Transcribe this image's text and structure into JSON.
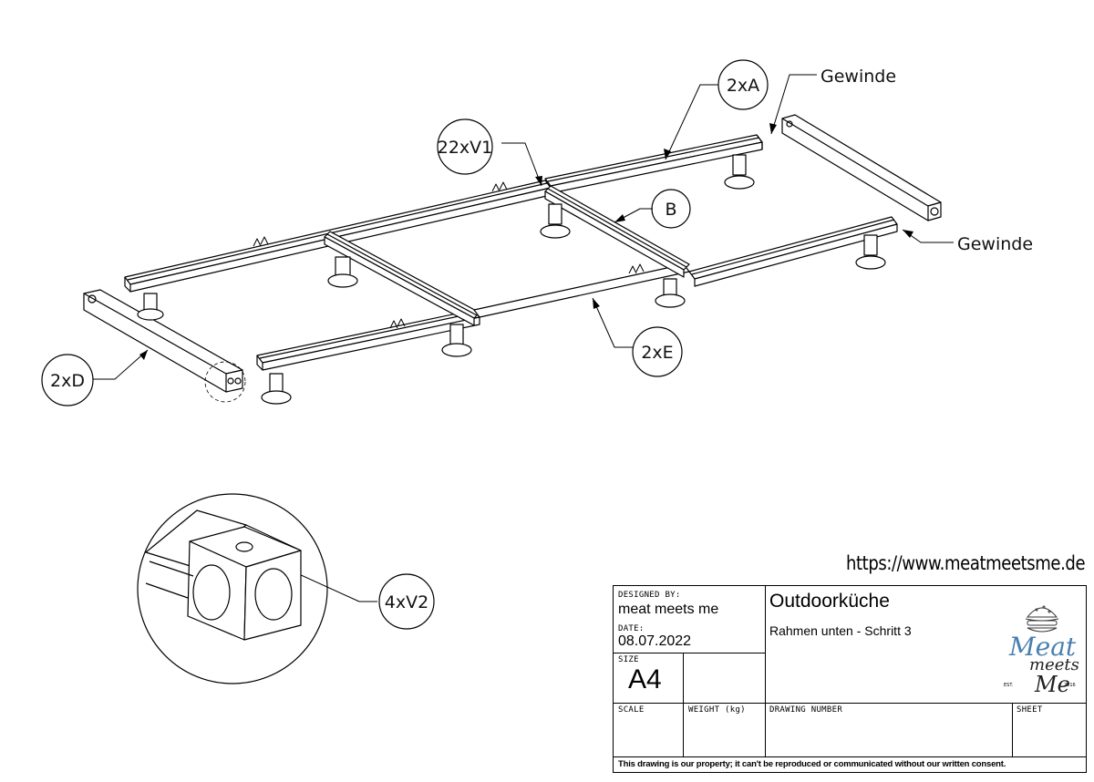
{
  "callouts": {
    "a": "2xA",
    "gewinde_top": "Gewinde",
    "v1": "22xV1",
    "b": "B",
    "gewinde_right": "Gewinde",
    "e": "2xE",
    "d": "2xD",
    "v2": "4xV2"
  },
  "url": "https://www.meatmeetsme.de",
  "title_block": {
    "designed_by_label": "DESIGNED BY:",
    "designed_by": "meat meets me",
    "date_label": "DATE:",
    "date": "08.07.2022",
    "size_label": "SIZE",
    "size": "A4",
    "title": "Outdoorküche",
    "subtitle": "Rahmen unten - Schritt 3",
    "scale_label": "SCALE",
    "weight_label": "WEIGHT (kg)",
    "drawing_number_label": "DRAWING NUMBER",
    "sheet_label": "SHEET",
    "disclaimer": "This drawing is our property; it can't be reproduced or communicated without our written consent."
  },
  "logo": {
    "line1": "Meat",
    "line2": "meets",
    "line3": "Me",
    "est": "EST.",
    "year": "2016",
    "accent": "#4a7fb0"
  }
}
